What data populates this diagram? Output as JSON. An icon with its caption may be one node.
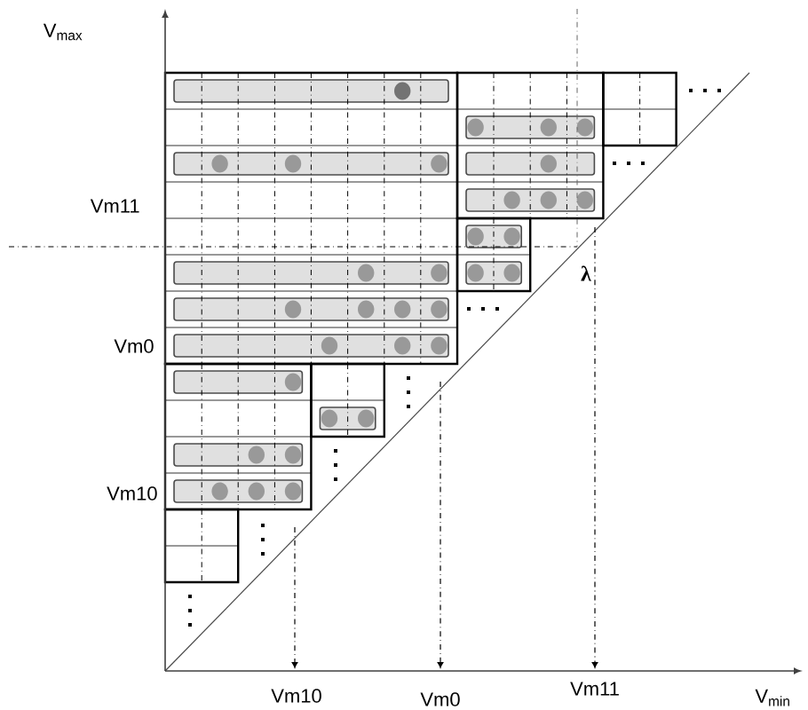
{
  "diagram": {
    "labels": [
      "V$_{max}$",
      "Vm11",
      "Vm0",
      "Vm10",
      "λ",
      "Vm10",
      "Vm0",
      "Vm11",
      "V$_{min}$"
    ]
  }
}
